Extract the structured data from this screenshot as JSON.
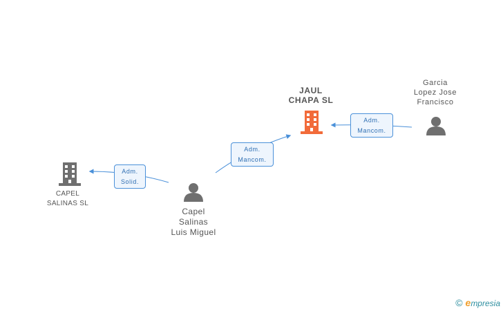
{
  "nodes": {
    "jaul": {
      "label_line1": "JAUL",
      "label_line2": "CHAPA SL",
      "color": "#f26b3a"
    },
    "garcia": {
      "label_line1": "Garcia",
      "label_line2": "Lopez Jose",
      "label_line3": "Francisco"
    },
    "capel_salinas_sl": {
      "label_line1": "CAPEL",
      "label_line2": "SALINAS SL",
      "color": "#6f6f6f"
    },
    "capel_person": {
      "label_line1": "Capel",
      "label_line2": "Salinas",
      "label_line3": "Luis Miguel"
    }
  },
  "edges": {
    "garcia_to_jaul": {
      "line1": "Adm.",
      "line2": "Mancom."
    },
    "capel_to_jaul": {
      "line1": "Adm.",
      "line2": "Mancom."
    },
    "capel_to_sl": {
      "line1": "Adm.",
      "line2": "Solid."
    }
  },
  "footer": {
    "copyright": "©",
    "brand_e": "e",
    "brand_rest": "mpresia"
  },
  "colors": {
    "edge": "#4a90d9",
    "person": "#6f6f6f"
  }
}
